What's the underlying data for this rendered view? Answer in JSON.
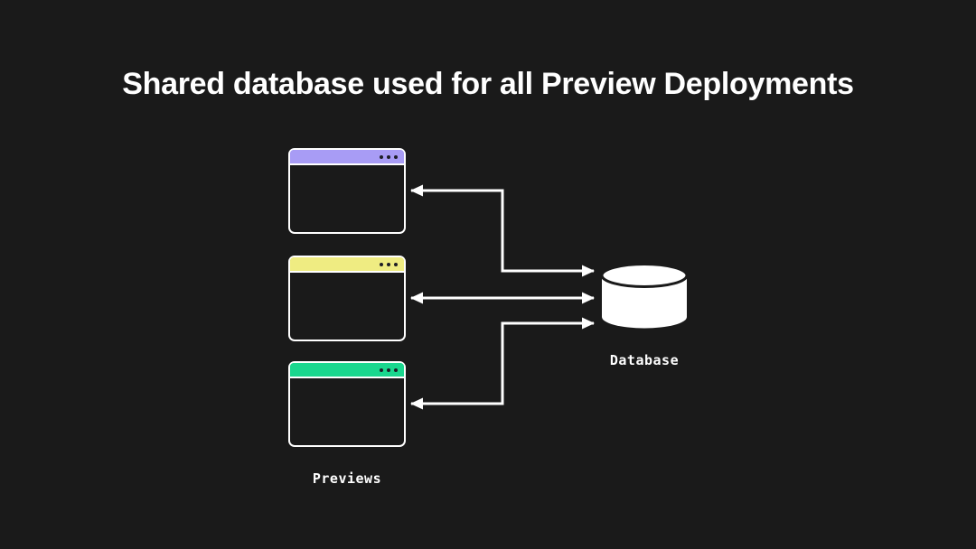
{
  "title": "Shared database used for all Preview Deployments",
  "diagram": {
    "previews_label": "Previews",
    "database_label": "Database",
    "windows": [
      {
        "titlebar_color": "#a89cf5"
      },
      {
        "titlebar_color": "#efec82"
      },
      {
        "titlebar_color": "#1ad78e"
      }
    ],
    "colors": {
      "background": "#1a1a1a",
      "line": "#ffffff",
      "window_border": "#ffffff",
      "window_dot": "#1d1d26",
      "database_fill": "#ffffff"
    }
  }
}
